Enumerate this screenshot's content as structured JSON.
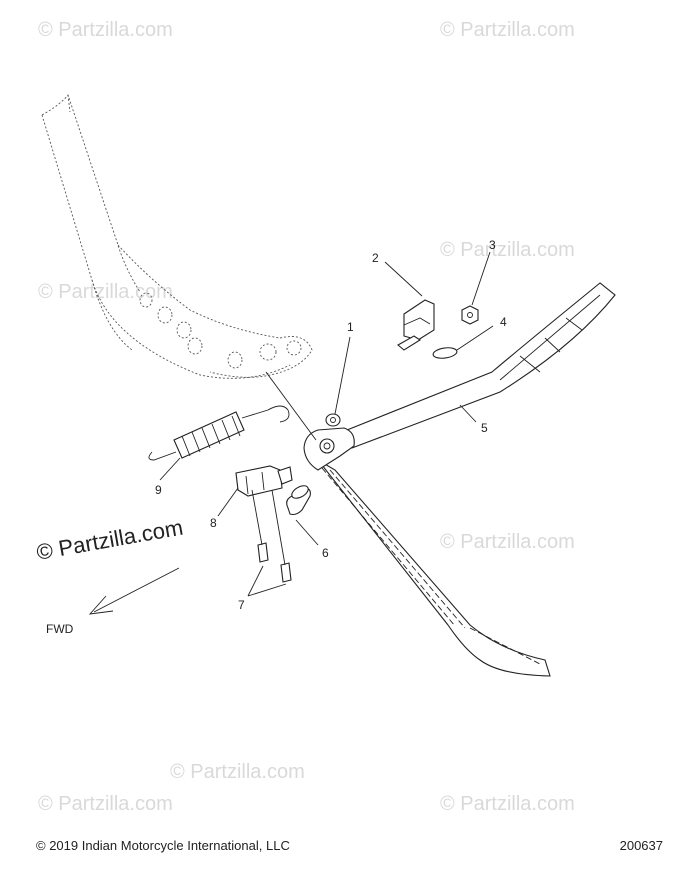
{
  "watermarks": [
    "© Partzilla.com",
    "© Partzilla.com",
    "© Partzilla.com",
    "© Partzilla.com",
    "© Partzilla.com",
    "© Partzilla.com",
    "© Partzilla.com",
    "© Partzilla.com"
  ],
  "feature_watermark": "© Partzilla.com",
  "callouts": {
    "c1": "1",
    "c2": "2",
    "c3": "3",
    "c4": "4",
    "c5": "5",
    "c6": "6",
    "c7": "7",
    "c8": "8",
    "c9": "9"
  },
  "direction_label": "FWD",
  "footer": {
    "copyright": "© 2019 Indian Motorcycle International, LLC",
    "drawing_id": "200637"
  }
}
